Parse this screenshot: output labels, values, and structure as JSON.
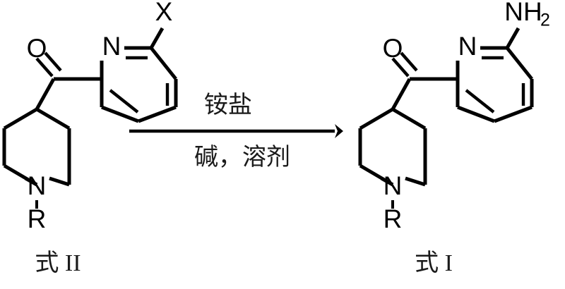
{
  "scheme": {
    "type": "chemical-reaction-scheme",
    "background_color": "#ffffff",
    "line_color": "#000000",
    "reactant": {
      "formula_label": "式 II",
      "labels": {
        "carbonyl_oxygen": "O",
        "pyridine_nitrogen": "N",
        "pyridine_substituent": "X",
        "piperidine_nitrogen": "N",
        "piperidine_substituent": "R"
      }
    },
    "product": {
      "formula_label": "式 I",
      "labels": {
        "carbonyl_oxygen": "O",
        "pyridine_nitrogen": "N",
        "pyridine_substituent": "NH",
        "pyridine_substituent_subscript": "2",
        "piperidine_nitrogen": "N",
        "piperidine_substituent": "R"
      }
    },
    "arrow": {
      "above_label": "铵盐",
      "below_label": "碱，溶剂",
      "direction": "left-to-right"
    }
  }
}
